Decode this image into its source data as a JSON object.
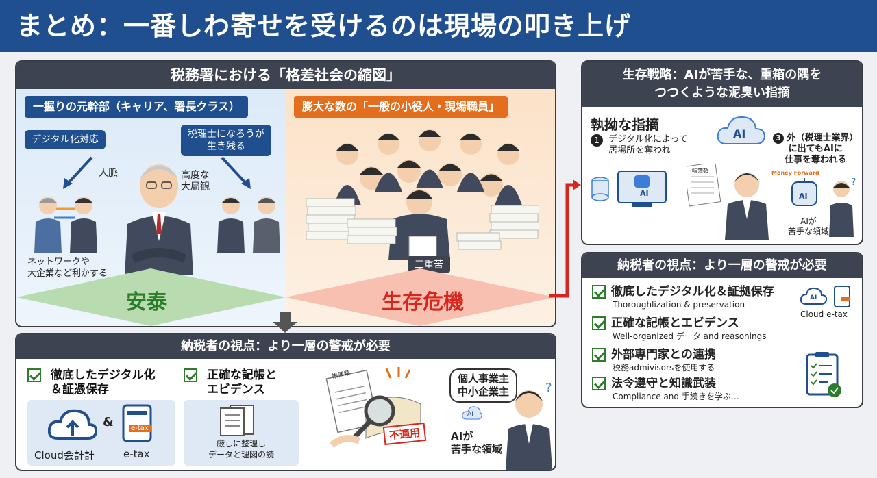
{
  "title": "まとめ：一番しわ寄せを受けるのは現場の叩き上げ",
  "disparity": {
    "heading": "税務署における「格差社会の縮図」",
    "left_label": "一握りの元幹部（キャリア、署長クラス）",
    "right_label": "膨大な数の「一般の小役人・現場職員」",
    "bubble_digital": "デジタル化対応",
    "bubble_survive_1": "税理士になろうが",
    "bubble_survive_2": "生き残る",
    "connections": "人脈",
    "perspective_1": "高度な",
    "perspective_2": "大局観",
    "network_1": "ネットワークや",
    "network_2": "大企業など利かする",
    "left_status": "安泰",
    "right_tag": "三重苦",
    "right_status": "生存危機"
  },
  "bottom": {
    "heading": "納税者の視点：より一層の警戒が必要",
    "item1_line1": "徹底したデジタル化",
    "item1_line2": "＆証憑保存",
    "item2_line1": "正確な記帳と",
    "item2_line2": "エビデンス",
    "cloud_label": "Cloud会計計",
    "amp": "&",
    "etax_label": "e-tax",
    "etax_badge": "e-tax",
    "doc_caption_1": "厳しに整理し",
    "doc_caption_2": "データと理図の読",
    "doc_card_title": "帳簿類",
    "stamp": "不適用",
    "bubble_1": "個人事業主",
    "bubble_2": "中小企業主",
    "ai_label_1": "AIが",
    "ai_label_2": "苦手な領域",
    "ai_small": "AI"
  },
  "strategy": {
    "heading_1": "生存戦略：AIが苦手な、重箱の隅を",
    "heading_2": "つつくような泥臭い指摘",
    "sub_heading": "執拗な指摘",
    "num1": "1",
    "point1_line1": "デジタル化によって",
    "point1_line2": "居場所を奪われ",
    "num3": "3",
    "point3_line1": "外（税理士業界）",
    "point3_line2": "に出てもAIに",
    "point3_line3": "仕事を奪われる",
    "ai_cloud": "AI",
    "ai_screen": "AI",
    "ai_robot": "AI",
    "doc_title": "帳簿類",
    "brand": "Money Forward",
    "ai_label_1": "AIが",
    "ai_label_2": "苦手な領域"
  },
  "taxpayer_right": {
    "heading": "納税者の視点：より一層の警戒が必要",
    "items": [
      {
        "main": "徹底したデジタル化＆証拠保存",
        "sub": "Thoroughlization & preservation"
      },
      {
        "main": "正確な記帳とエビデンス",
        "sub": "Well-organized データ and reasonings"
      },
      {
        "main": "外部専門家との連携",
        "sub": "税務admivisorsを使用する"
      },
      {
        "main": "法令遵守と知識武装",
        "sub": "Compliance and 手続きを学ぶ…"
      }
    ],
    "cloud_ai": "AI",
    "cloud_etax": "Cloud e-tax"
  },
  "colors": {
    "title_bg": "#1f4f8f",
    "panel_head": "#3d4350",
    "stable_green": "#2b7d2b",
    "crisis_red": "#d7261e",
    "orange": "#e36f1e"
  }
}
